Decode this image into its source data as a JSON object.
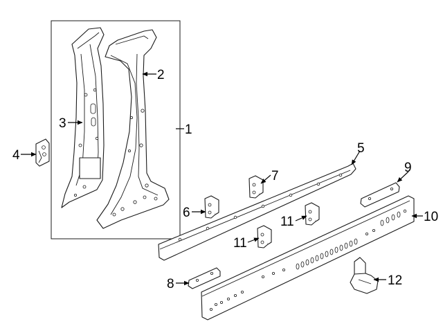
{
  "diagram": {
    "callouts": [
      {
        "id": "c1",
        "label": "1"
      },
      {
        "id": "c2",
        "label": "2"
      },
      {
        "id": "c3",
        "label": "3"
      },
      {
        "id": "c4",
        "label": "4"
      },
      {
        "id": "c5",
        "label": "5"
      },
      {
        "id": "c6",
        "label": "6"
      },
      {
        "id": "c7",
        "label": "7"
      },
      {
        "id": "c8",
        "label": "8"
      },
      {
        "id": "c9",
        "label": "9"
      },
      {
        "id": "c10",
        "label": "10"
      },
      {
        "id": "c11a",
        "label": "11"
      },
      {
        "id": "c11b",
        "label": "11"
      },
      {
        "id": "c12",
        "label": "12"
      }
    ]
  }
}
